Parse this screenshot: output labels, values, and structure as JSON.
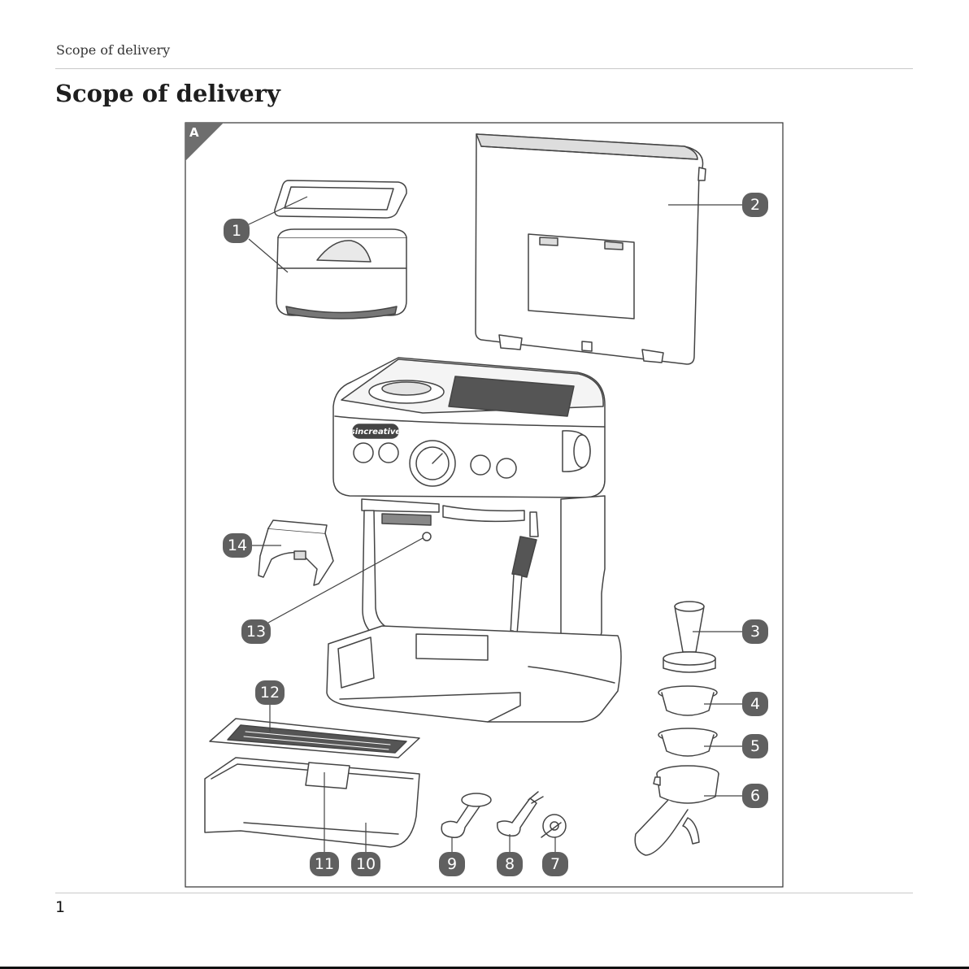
{
  "page": {
    "running_header": "Scope of delivery",
    "title": "Scope of delivery",
    "page_number": "1"
  },
  "figure": {
    "label": "A",
    "brand_text": "sincreative",
    "callouts": [
      "1",
      "2",
      "3",
      "4",
      "5",
      "6",
      "7",
      "8",
      "9",
      "10",
      "11",
      "12",
      "13",
      "14"
    ],
    "colors": {
      "callout_bg": "#606060",
      "line": "#444444",
      "fill": "#ffffff"
    }
  }
}
